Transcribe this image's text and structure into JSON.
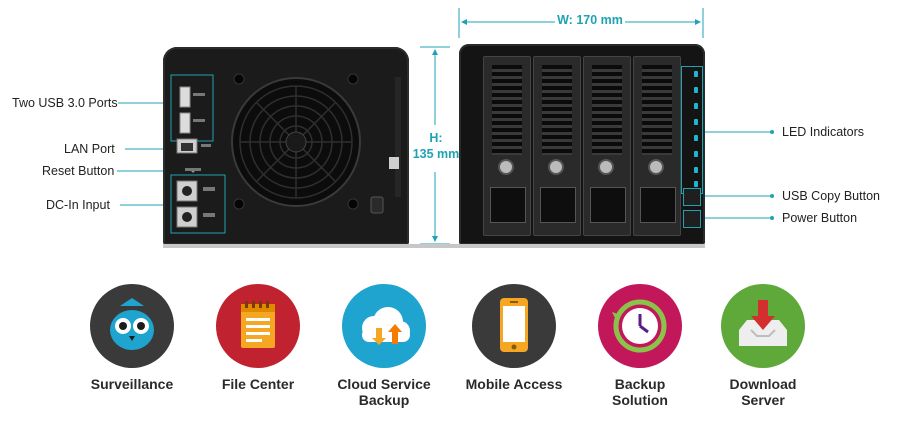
{
  "dimensions": {
    "width_label": "W: 170 mm",
    "height_label_1": "H:",
    "height_label_2": "135 mm"
  },
  "left_callouts": [
    "Two USB 3.0 Ports",
    "LAN Port",
    "Reset Button",
    "DC-In Input"
  ],
  "right_callouts": [
    "LED Indicators",
    "USB Copy Button",
    "Power Button"
  ],
  "features": [
    {
      "label_1": "Surveillance",
      "label_2": "",
      "color": "#3a3a3a",
      "icon": "owl-icon"
    },
    {
      "label_1": "File Center",
      "label_2": "",
      "color": "#c0232f",
      "icon": "notepad-icon"
    },
    {
      "label_1": "Cloud Service",
      "label_2": "Backup",
      "color": "#1fa3cf",
      "icon": "cloud-sync-icon"
    },
    {
      "label_1": "Mobile Access",
      "label_2": "",
      "color": "#3a3a3a",
      "icon": "smartphone-icon"
    },
    {
      "label_1": "Backup",
      "label_2": "Solution",
      "color": "#c2185b",
      "icon": "clock-icon"
    },
    {
      "label_1": "Download",
      "label_2": "Server",
      "color": "#5ea93a",
      "icon": "download-tray-icon"
    }
  ],
  "colors": {
    "accent": "#1fa3b4"
  }
}
